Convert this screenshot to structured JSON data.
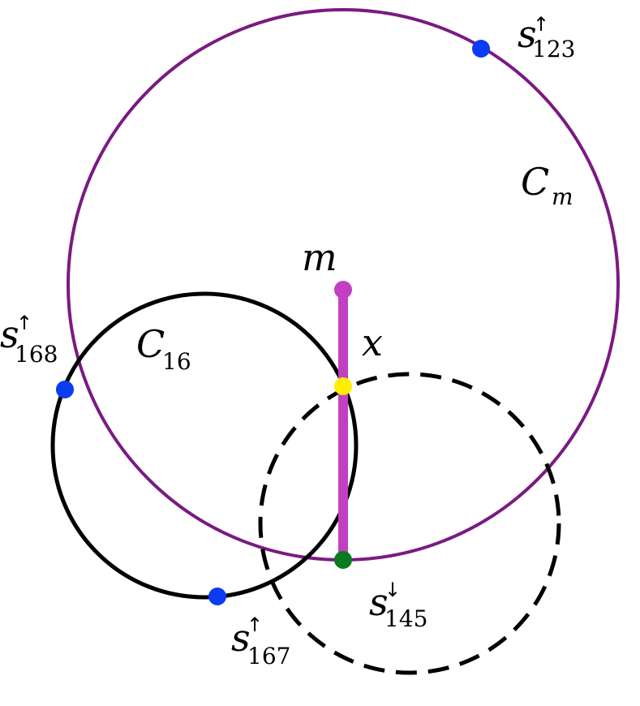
{
  "colors": {
    "circle_m": "#7a1a82",
    "circle_16": "#000000",
    "dashed_circle": "#000000",
    "segment": "#c23fc2",
    "point_m": "#c23fc2",
    "point_x": "#ffee00",
    "point_bottom": "#0a7a1f",
    "sample_points": "#0a3cf5"
  },
  "labels": {
    "cm": {
      "main": "C",
      "sub": "m"
    },
    "c16": {
      "main": "C",
      "sub": "16"
    },
    "m": "m",
    "x": "x",
    "s123": {
      "main": "s",
      "sub": "123",
      "arrow": "↑"
    },
    "s168": {
      "main": "s",
      "sub": "168",
      "arrow": "↑"
    },
    "s167": {
      "main": "s",
      "sub": "167",
      "arrow": "↑"
    },
    "s145": {
      "main": "s",
      "sub": "145",
      "arrow": "↓"
    }
  }
}
